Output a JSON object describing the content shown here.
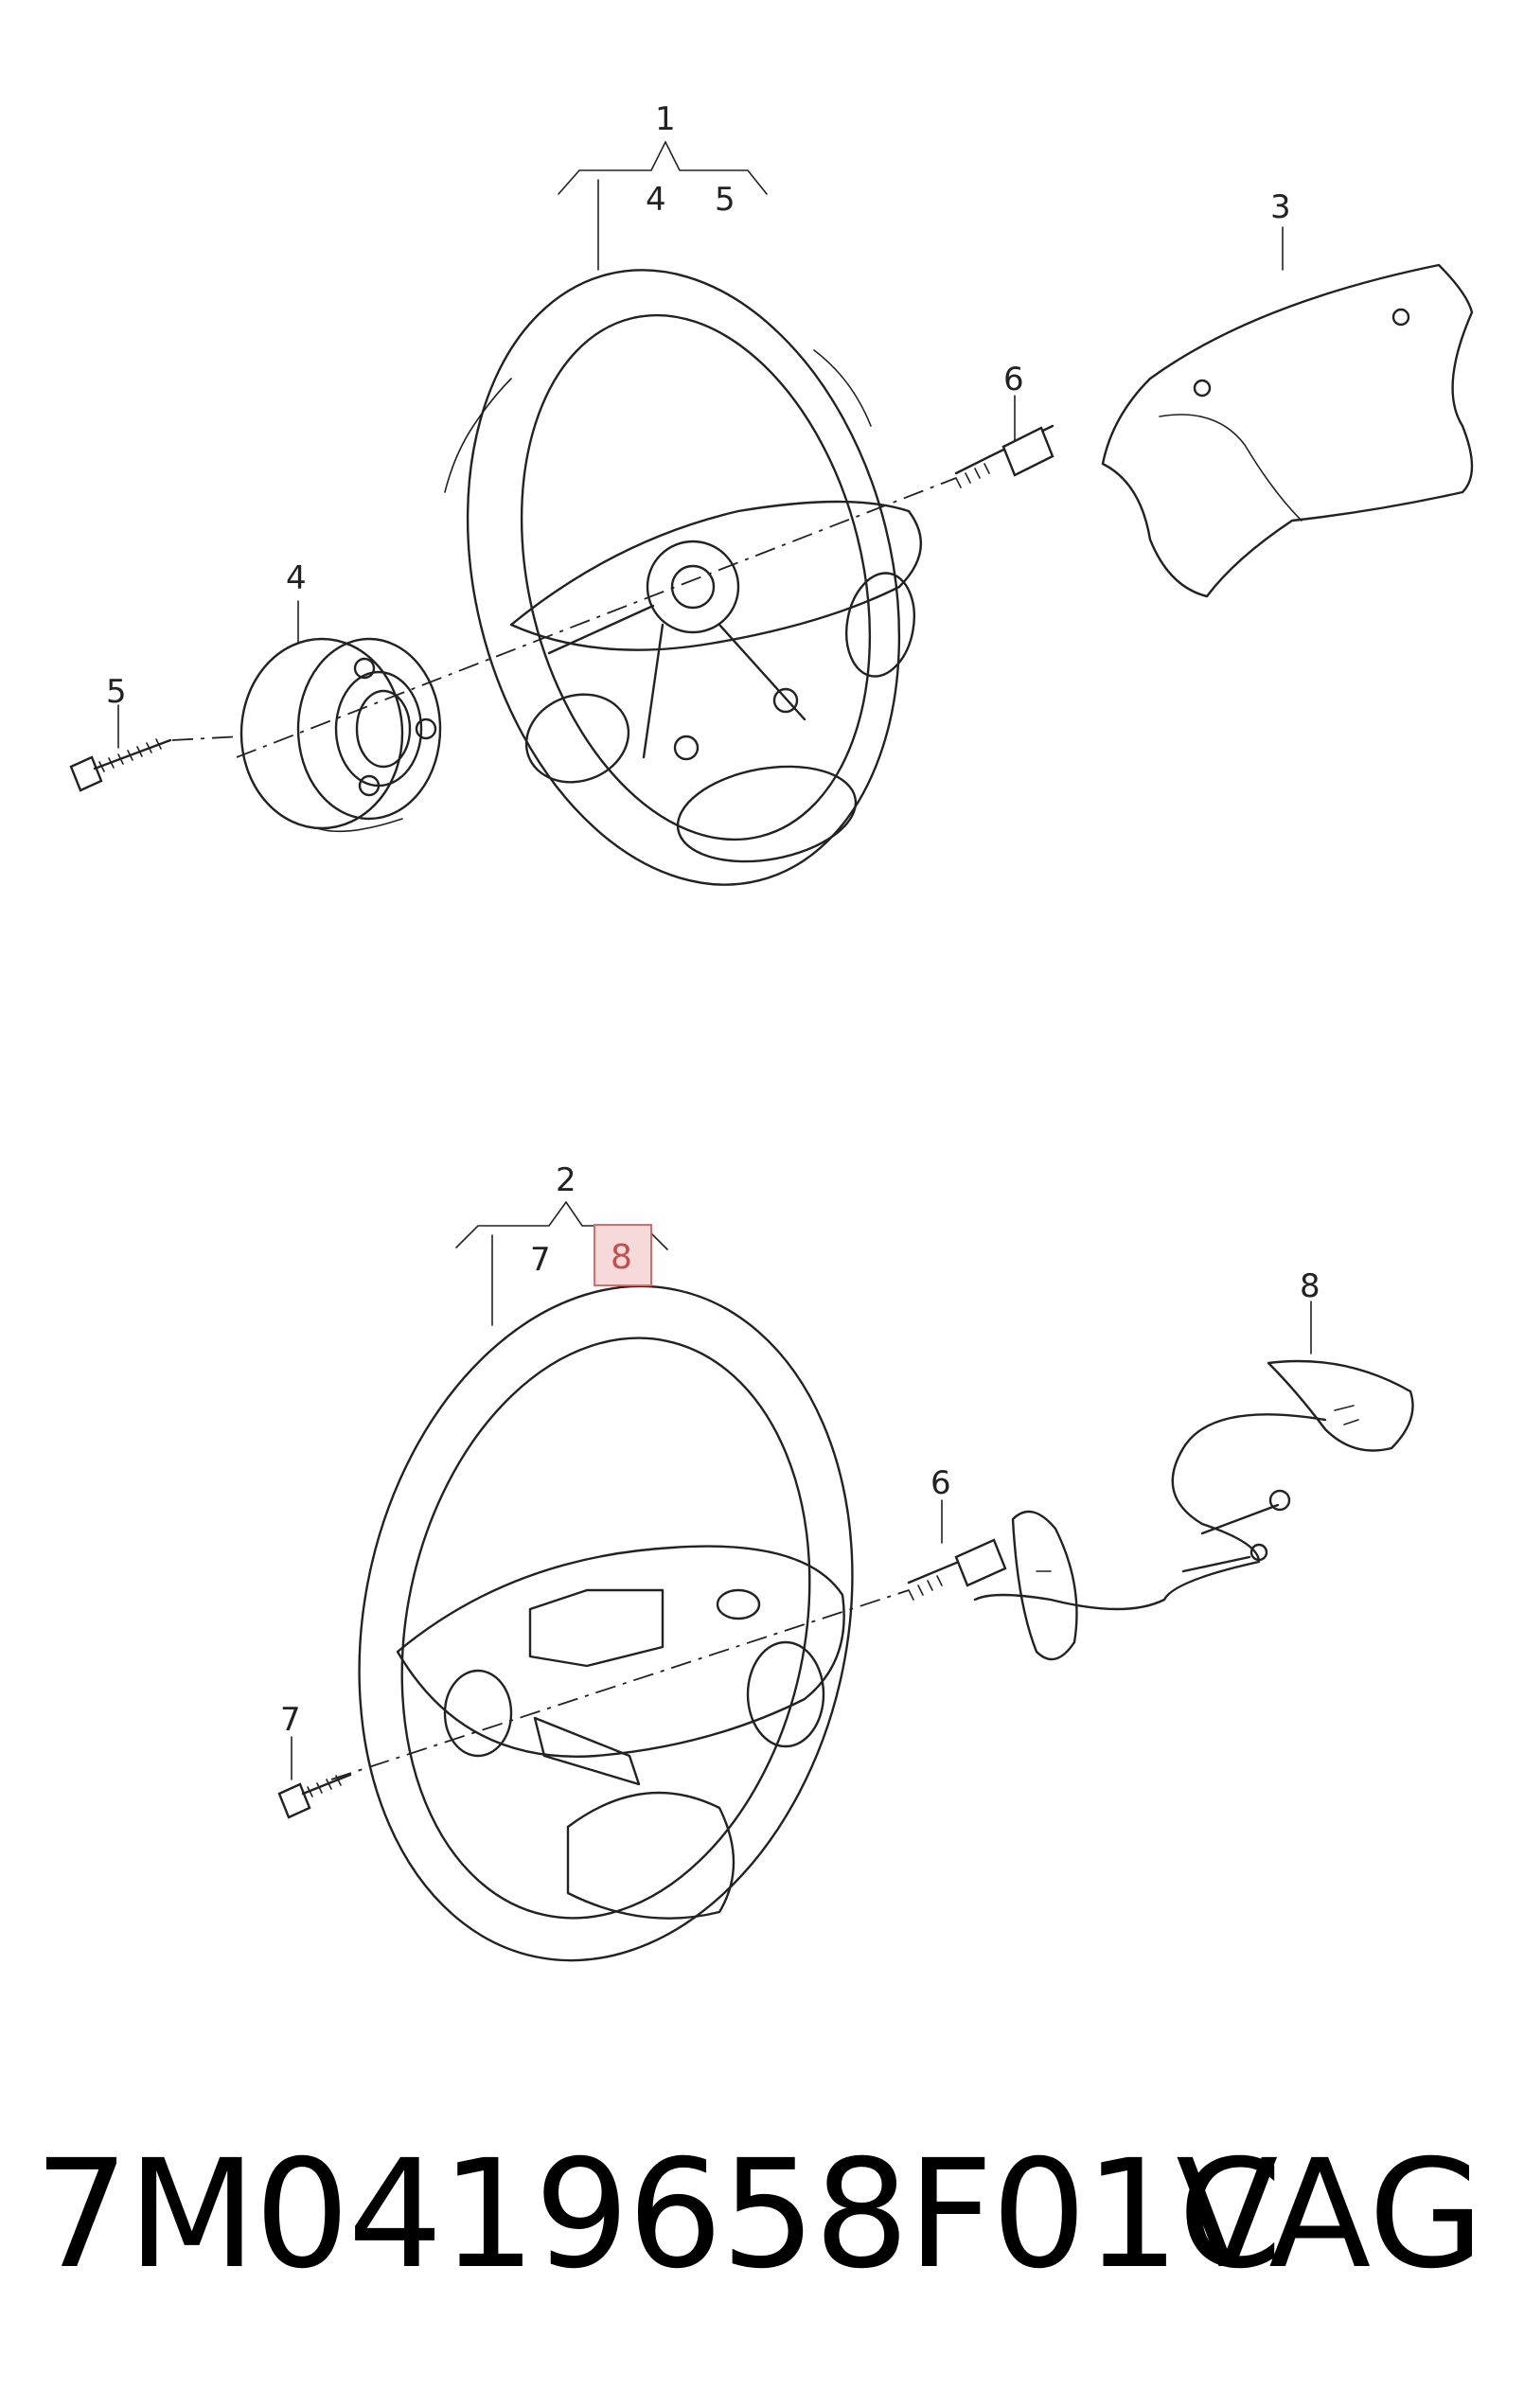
{
  "diagram": {
    "top_group": {
      "callouts": {
        "c1": "1",
        "c1_sub_a": "4",
        "c1_sub_b": "5",
        "c3": "3",
        "c4": "4",
        "c5": "5",
        "c6": "6"
      }
    },
    "bottom_group": {
      "callouts": {
        "c2": "2",
        "c2_sub_a": "7",
        "c2_sub_b": "8",
        "c6": "6",
        "c7": "7",
        "c8": "8"
      },
      "highlighted_callout": "8"
    }
  },
  "footer": {
    "part_number": "7M0419658F01C",
    "brand": "VAG"
  },
  "colors": {
    "line": "#222222",
    "highlight_fill": "#f6d9d9",
    "highlight_stroke": "#d96b6b",
    "highlight_text": "#c0504d"
  }
}
